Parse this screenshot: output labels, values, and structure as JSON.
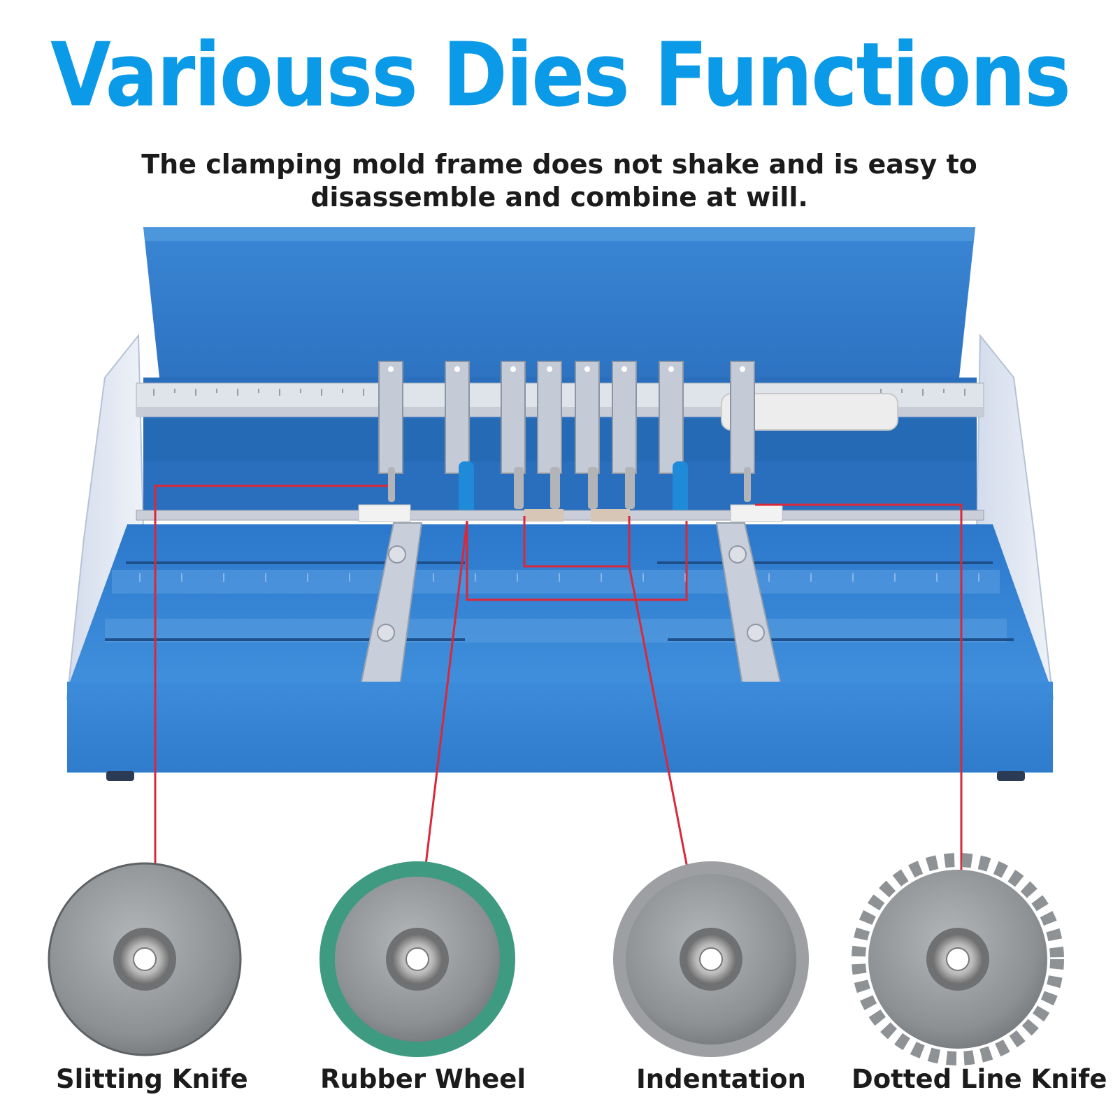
{
  "title": "Variouss Dies Functions",
  "subtitle_line1": "The clamping mold frame does not shake and is easy to",
  "subtitle_line2": "disassemble and combine at will.",
  "dies": [
    {
      "label": "Slitting Knife",
      "icon": "slitting-knife-icon"
    },
    {
      "label": "Rubber Wheel",
      "icon": "rubber-wheel-icon"
    },
    {
      "label": "Indentation",
      "icon": "indentation-wheel-icon"
    },
    {
      "label": "Dotted Line Knife",
      "icon": "dotted-line-knife-icon"
    }
  ],
  "colors": {
    "title": "#0a9ae8",
    "machine_body": "#2f7fd0",
    "leader_line": "#d9283a"
  }
}
